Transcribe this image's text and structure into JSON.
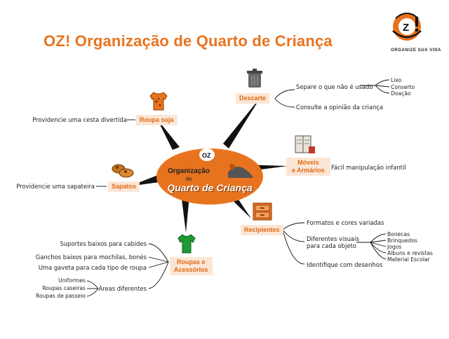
{
  "title": "OZ! Organização de Quarto de Criança",
  "logo": {
    "mark": "OZ!",
    "tagline": "ORGANIZE SUA VIDA",
    "icon": "oz-logo-icon",
    "color": "#e8731e"
  },
  "center": {
    "line1": "Organização",
    "line2": "de",
    "line3": "Quarto de Criança",
    "color": "#e8731e"
  },
  "branches": {
    "descarte": {
      "label": "Descarte",
      "icon": "trash-can-icon",
      "items": [
        "Separe o  que não é usado",
        "Consulte a opinião da criança"
      ],
      "subitems": [
        "Lixo",
        "Conserto",
        "Doação"
      ]
    },
    "moveis": {
      "label_line1": "Móveis",
      "label_line2": "e Armários",
      "icon": "wardrobe-icon",
      "items": [
        "Fácil manipulação infantil"
      ]
    },
    "recipientes": {
      "label": "Recipientes",
      "icon": "storage-box-icon",
      "items": [
        "Formatos e cores variadas",
        "Diferentes visuais",
        "para cada objeto",
        "Identifique com desenhos"
      ],
      "subitems": [
        "Bonecas",
        "Brinquedos",
        "Jogos",
        "Albuns e revistas",
        "Material Escolar"
      ]
    },
    "roupas": {
      "label_line1": "Roupas e",
      "label_line2": "Acessórios",
      "icon": "shirt-icon",
      "items": [
        "Suportes baixos para cabides",
        "Ganchos baixos para mochilas, bonés",
        "Uma gaveta para cada tipo de roupa",
        "Áreas diferentes"
      ],
      "subitems": [
        "Uniformes",
        "Roupas caseiras",
        "Roupas  de passeio"
      ]
    },
    "sapatos": {
      "label": "Sapatos",
      "icon": "shoes-icon",
      "items": [
        "Providencie uma sapateira"
      ]
    },
    "roupa_suja": {
      "label": "Roupa suja",
      "icon": "dirty-clothes-icon",
      "items": [
        "Providencie uma cesta divertida"
      ]
    }
  },
  "colors": {
    "accent": "#e8731e",
    "tag_bg": "#fbe6d6",
    "tag_text": "#e06a12",
    "spoke": "#111111"
  }
}
